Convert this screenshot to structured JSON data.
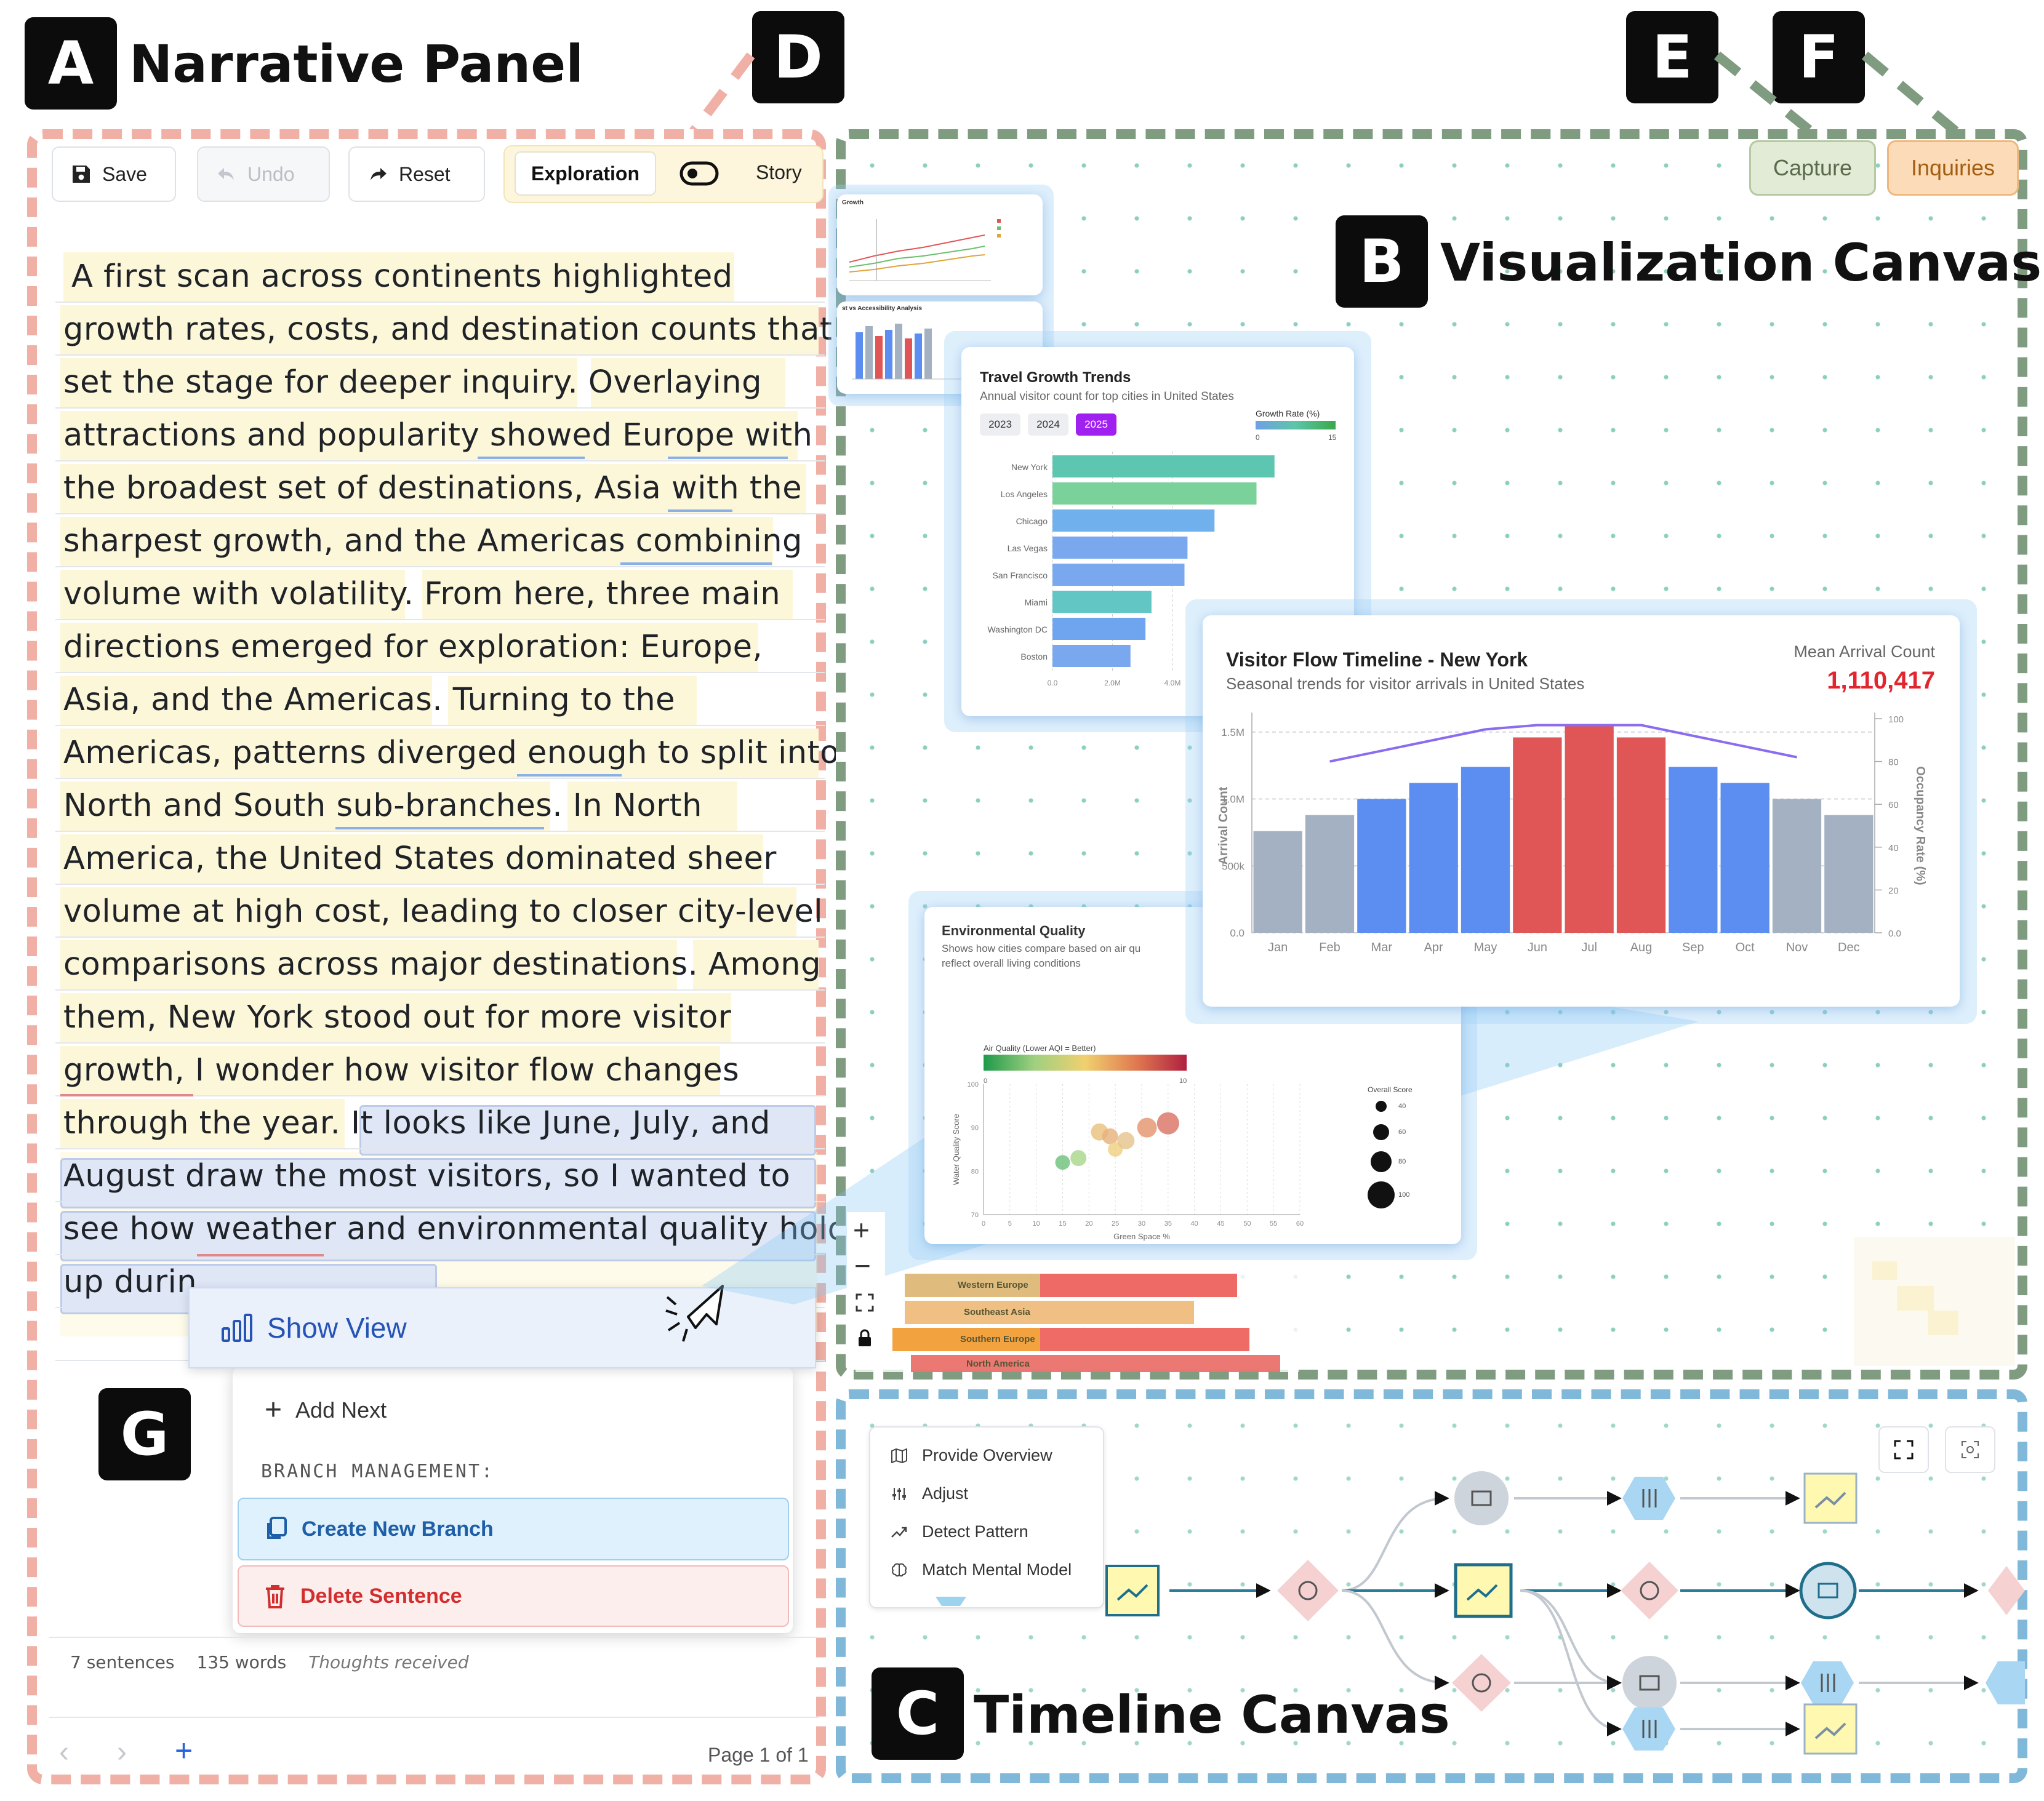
{
  "labels": {
    "a": {
      "letter": "A",
      "title": "Narrative Panel"
    },
    "b": {
      "letter": "B",
      "title": "Visualization Canvas"
    },
    "c": {
      "letter": "C",
      "title": "Timeline Canvas"
    },
    "d": {
      "letter": "D"
    },
    "e": {
      "letter": "E"
    },
    "f": {
      "letter": "F"
    },
    "g": {
      "letter": "G"
    }
  },
  "colors": {
    "narrative_border": "#f0b0a5",
    "canvas_border": "#7f9b80",
    "timeline_border": "#7fb8d8",
    "highlight_yellow": "#fdf7d9",
    "highlight_blue": "#dfe7f7",
    "bar_red": "#e05656",
    "bar_blue": "#5b8ef0",
    "bar_gray": "#a3b1c2",
    "accent_purple": "#a020f0"
  },
  "toolbar": {
    "save": "Save",
    "undo": "Undo",
    "reset": "Reset",
    "exploration": "Exploration",
    "story": "Story",
    "save_icon": "floppy-disk-icon",
    "undo_icon": "undo-arrow-icon",
    "reset_icon": "redo-arrow-icon",
    "toggle_icon": "toggle-switch-icon"
  },
  "narrative": {
    "lines": [
      "A first scan across continents highlighted",
      "growth rates, costs, and destination counts that",
      "set the stage for deeper inquiry.  Overlaying",
      "attractions and popularity showed Europe with",
      "the broadest set of destinations, Asia with the",
      "sharpest growth, and the Americas combining",
      "volume with volatility.  From here, three main",
      "directions emerged for exploration: Europe,",
      "Asia, and the Americas.  Turning to the",
      "Americas, patterns diverged enough to split into",
      "North and South sub-branches.  In North",
      "America, the United States dominated sheer",
      "volume at high cost, leading to closer city-level",
      "comparisons across major destinations.  Among",
      "them, New York stood out for more visitor",
      "growth, I wonder how visitor flow changes",
      "through the year.  It looks like June, July, and",
      "August draw the most visitors, so I wanted to",
      "see how weather and environmental quality hold",
      "up durin"
    ],
    "status": {
      "sentences": "7 sentences",
      "words": "135 words",
      "thoughts": "Thoughts received"
    },
    "pager": {
      "prev": "‹",
      "next": "›",
      "add": "+",
      "page": "Page 1 of 1"
    }
  },
  "context_menu": {
    "show_view": "Show View",
    "add_next": "Add Next",
    "branch_header": "BRANCH MANAGEMENT:",
    "create_branch": "Create New Branch",
    "delete_sentence": "Delete Sentence"
  },
  "canvas_buttons": {
    "capture": "Capture",
    "inquiries": "Inquiries"
  },
  "zoom_controls": {
    "zoom_in": "+",
    "zoom_out": "−"
  },
  "travel_chart": {
    "title": "Travel Growth Trends",
    "subtitle": "Annual visitor count for top cities in United States",
    "years": [
      "2023",
      "2024",
      "2025"
    ],
    "active_year": "2025",
    "legend_title": "Growth Rate (%)",
    "legend_min": "0",
    "legend_max": "15"
  },
  "env_chart": {
    "title": "Environmental Quality",
    "subtitle1": "Shows how cities compare based on air qu",
    "subtitle2": "reflect overall living conditions",
    "legend_title": "Air Quality (Lower AQI = Better)",
    "size_legend_title": "Overall Score",
    "size_ticks": [
      "40",
      "60",
      "80",
      "100"
    ]
  },
  "bg_chart": {
    "line_title": "Growth",
    "bar_title": "st vs Accessibility Analysis",
    "region_labels": [
      "Western Europe",
      "Southeast Asia",
      "Southern Europe",
      "North America"
    ]
  },
  "chart_data": [
    {
      "type": "bar",
      "title": "Visitor Flow Timeline - New York",
      "subtitle": "Seasonal trends for visitor arrivals in United States",
      "metric_label": "Mean Arrival Count",
      "metric_value": "1,110,417",
      "categories": [
        "Jan",
        "Feb",
        "Mar",
        "Apr",
        "May",
        "Jun",
        "Jul",
        "Aug",
        "Sep",
        "Oct",
        "Nov",
        "Dec"
      ],
      "series": [
        {
          "name": "",
          "values": [
            760000,
            880000,
            1000000,
            1120000,
            1240000,
            1460000,
            1560000,
            1460000,
            1240000,
            1120000,
            1000000,
            880000
          ]
        },
        {
          "name": "",
          "axis": "right",
          "values": [
            null,
            80,
            null,
            null,
            95,
            97,
            97,
            97,
            null,
            null,
            82,
            null
          ]
        }
      ],
      "bar_colors": [
        "#a3b1c2",
        "#a3b1c2",
        "#5b8ef0",
        "#5b8ef0",
        "#5b8ef0",
        "#e05656",
        "#e05656",
        "#e05656",
        "#5b8ef0",
        "#5b8ef0",
        "#a3b1c2",
        "#a3b1c2"
      ],
      "ylabel": "Arrival Count",
      "y2label": "Occupancy Rate (%)",
      "yticks": [
        "0.0",
        "500k",
        "1.0M",
        "1.5M"
      ],
      "ylim": [
        0,
        1600000
      ],
      "y2ticks": [
        "0.0",
        "20",
        "40",
        "60",
        "80",
        "100"
      ],
      "y2lim": [
        0,
        100
      ]
    },
    {
      "type": "bar",
      "title": "Travel Growth Trends",
      "categories": [
        "New York",
        "Los Angeles",
        "Chicago",
        "Las Vegas",
        "San Francisco",
        "Miami",
        "Washington DC",
        "Boston"
      ],
      "values": [
        7400000,
        6800000,
        5400000,
        4500000,
        4400000,
        3300000,
        3100000,
        2600000
      ],
      "xticks": [
        "0.0",
        "2.0M",
        "4.0M"
      ],
      "xlim": [
        0,
        8000000
      ]
    },
    {
      "type": "scatter",
      "title": "Environmental Quality",
      "xlabel": "Green Space %",
      "ylabel": "Water Quality Score",
      "xticks": [
        "0",
        "5",
        "10",
        "15",
        "20",
        "25",
        "30",
        "35",
        "40",
        "45",
        "50",
        "55",
        "60"
      ],
      "yticks": [
        "70",
        "80",
        "90",
        "100"
      ],
      "xlim": [
        0,
        60
      ],
      "ylim": [
        70,
        100
      ],
      "points": [
        {
          "x": 15,
          "y": 82
        },
        {
          "x": 18,
          "y": 83
        },
        {
          "x": 22,
          "y": 89
        },
        {
          "x": 24,
          "y": 88
        },
        {
          "x": 25,
          "y": 85
        },
        {
          "x": 27,
          "y": 87
        },
        {
          "x": 31,
          "y": 90
        },
        {
          "x": 35,
          "y": 91
        }
      ],
      "legend_ticks": [
        "0",
        "10"
      ]
    }
  ],
  "timeline": {
    "legend": [
      {
        "label": "Provide Overview",
        "icon": "map-icon"
      },
      {
        "label": "Adjust",
        "icon": "sliders-icon"
      },
      {
        "label": "Detect Pattern",
        "icon": "trend-icon"
      },
      {
        "label": "Match Mental Model",
        "icon": "brain-icon"
      }
    ],
    "fullscreen_icon": "fullscreen-icon",
    "focus_icon": "focus-target-icon"
  }
}
